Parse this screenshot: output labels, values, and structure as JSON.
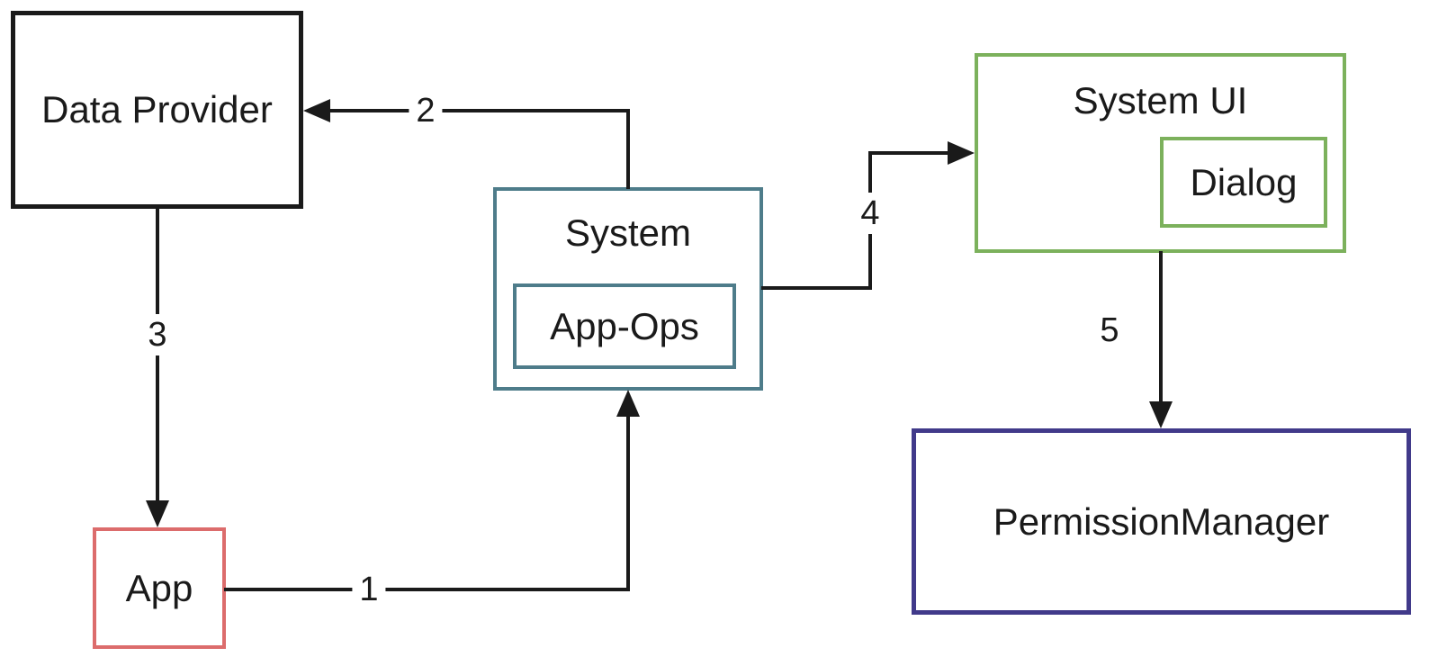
{
  "diagram": {
    "background": "#FFFFFF",
    "line_color": "#1A1A1A",
    "nodes": {
      "data_provider": {
        "label": "Data Provider",
        "border_color": "#1A1A1A"
      },
      "system": {
        "label": "System",
        "border_color": "#4E7C8A"
      },
      "app_ops": {
        "label": "App-Ops",
        "border_color": "#4E7C8A"
      },
      "system_ui": {
        "label": "System UI",
        "border_color": "#7CB15C"
      },
      "dialog": {
        "label": "Dialog",
        "border_color": "#7CB15C"
      },
      "permission_manager": {
        "label": "PermissionManager",
        "border_color": "#413A8A"
      },
      "app": {
        "label": "App",
        "border_color": "#DC6C6C"
      }
    },
    "edges": {
      "e1": {
        "label": "1",
        "from": "App",
        "to": "System"
      },
      "e2": {
        "label": "2",
        "from": "System",
        "to": "Data Provider"
      },
      "e3": {
        "label": "3",
        "from": "Data Provider",
        "to": "App"
      },
      "e4": {
        "label": "4",
        "from": "System",
        "to": "System UI"
      },
      "e5": {
        "label": "5",
        "from": "System UI",
        "to": "PermissionManager"
      }
    }
  }
}
